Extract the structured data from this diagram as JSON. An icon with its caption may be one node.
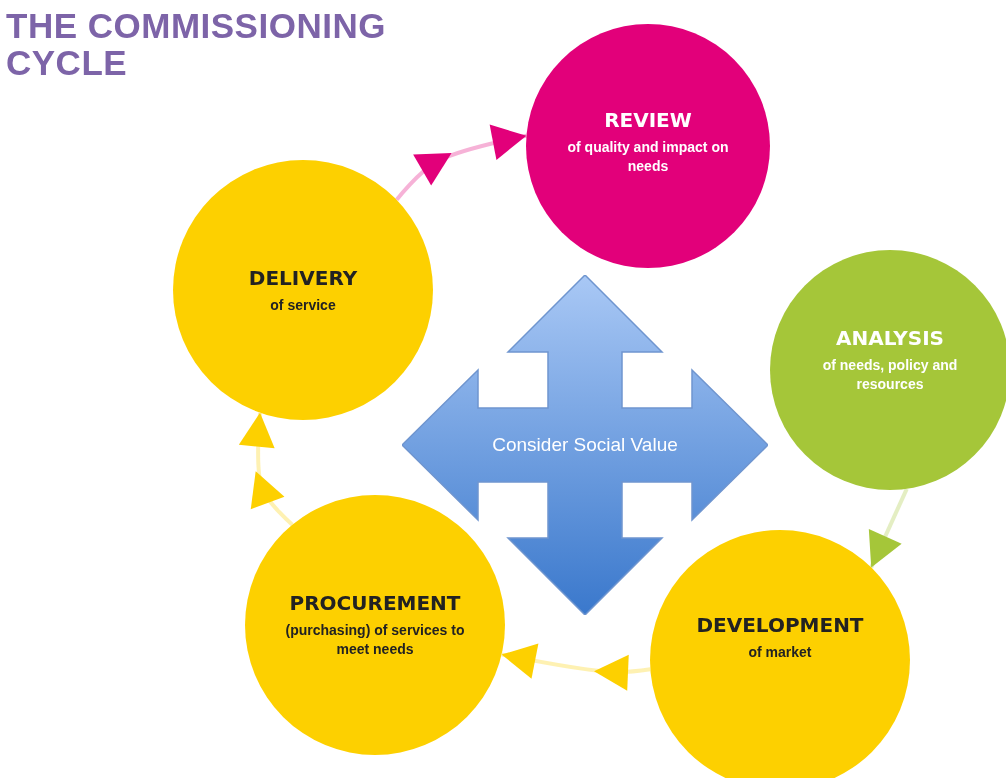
{
  "diagram": {
    "title": "THE COMMISSIONING CYCLE",
    "nodes": [
      {
        "text": [
          "REVIEW",
          "of quality and impact on needs"
        ]
      },
      {
        "text": [
          "DELIVERY",
          "of service"
        ]
      },
      {
        "text": [
          "ANALYSIS",
          "of needs, policy and resources"
        ]
      },
      {
        "text": [
          "Consider Social Value"
        ]
      },
      {
        "text": [
          "PROCUREMENT",
          "(purchasing) of services to meet needs"
        ]
      },
      {
        "text": [
          "DEVELOPMENT",
          "of market"
        ]
      }
    ],
    "edges": [
      {
        "from": 1,
        "to": 0,
        "arrow": "to",
        "color": "#e2007a"
      },
      {
        "from": 2,
        "to": 5,
        "arrow": "to",
        "color": "#a5c639"
      },
      {
        "from": 5,
        "to": 4,
        "arrow": "to"
      },
      {
        "from": 4,
        "to": 1,
        "arrow": "to"
      }
    ]
  }
}
